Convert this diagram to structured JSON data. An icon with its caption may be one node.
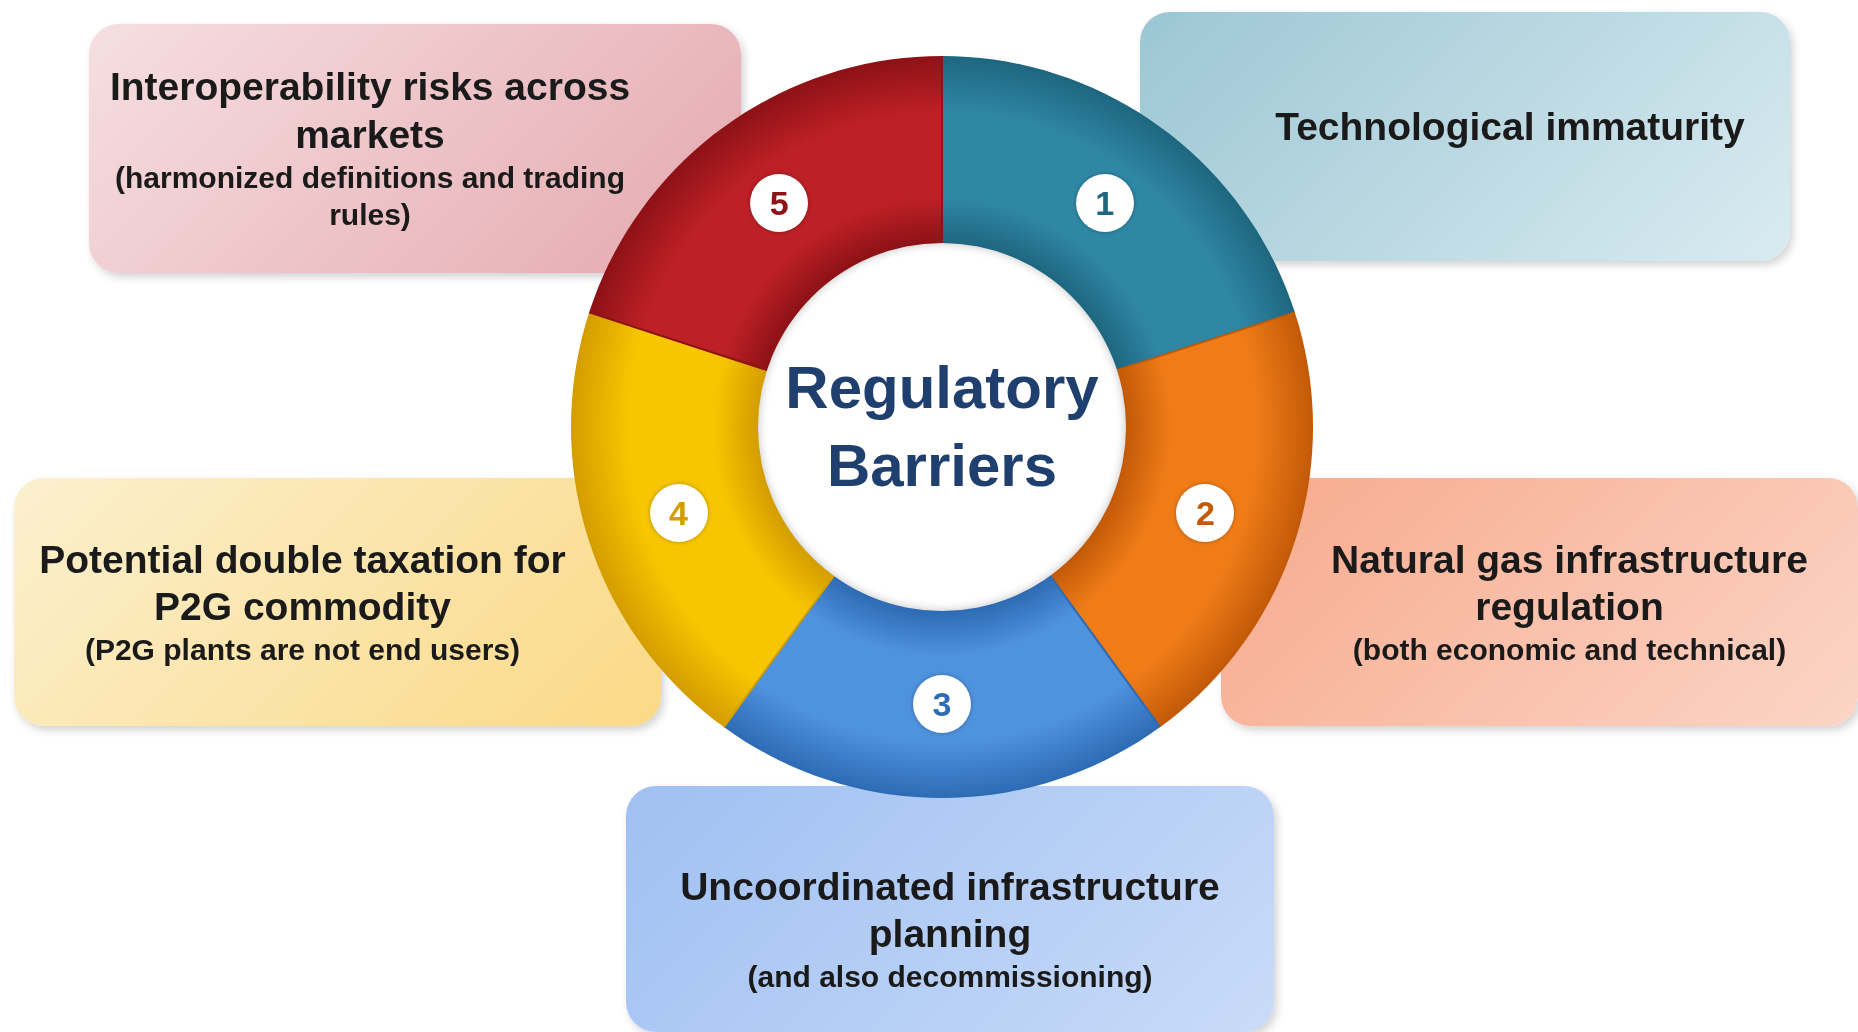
{
  "diagram": {
    "nodes": [
      {
        "text": [
          "Regulatory Barriers"
        ]
      },
      {
        "text": [
          "1"
        ]
      },
      {
        "text": [
          "2"
        ]
      },
      {
        "text": [
          "3"
        ]
      },
      {
        "text": [
          "4"
        ]
      },
      {
        "text": [
          "5"
        ]
      },
      {
        "text": [
          "Technological immaturity"
        ]
      },
      {
        "text": [
          "Natural gas infrastructure regulation",
          "(both economic and technical)"
        ]
      },
      {
        "text": [
          "Uncoordinated infrastructure planning",
          "(and also decommissioning)"
        ]
      },
      {
        "text": [
          "Potential double taxation for P2G commodity",
          "(P2G plants are not end users)"
        ]
      },
      {
        "text": [
          "Interoperability risks across markets",
          "(harmonized definitions and trading rules)"
        ]
      }
    ]
  }
}
